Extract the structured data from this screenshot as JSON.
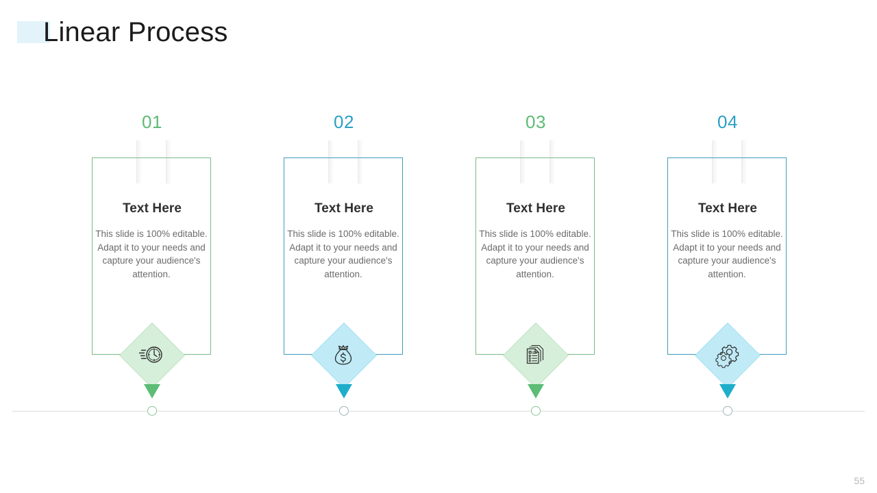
{
  "slide": {
    "title": "Linear Process",
    "page_number": "55",
    "highlight_color": "#e2f4fa",
    "accent_green": "#5fba75",
    "accent_blue": "#2b9fc4",
    "box_green": "#7ab98a",
    "box_blue": "#3e9cba",
    "diamond_green_fill": "#d6efda",
    "diamond_blue_fill": "#bfeaf6",
    "timeline_color": "#dcdcdc"
  },
  "steps": [
    {
      "number": "01",
      "title": "Text Here",
      "body": "This slide is 100% editable. Adapt it to your needs and capture your audience's attention.",
      "icon": "clock-fast-icon",
      "color": "green"
    },
    {
      "number": "02",
      "title": "Text Here",
      "body": "This slide is 100% editable. Adapt it to your needs and capture your audience's attention.",
      "icon": "money-bag-icon",
      "color": "blue"
    },
    {
      "number": "03",
      "title": "Text Here",
      "body": "This slide is 100% editable. Adapt it to your needs and capture your audience's attention.",
      "icon": "document-list-icon",
      "color": "green"
    },
    {
      "number": "04",
      "title": "Text Here",
      "body": "This slide is 100% editable. Adapt it to your needs and capture your audience's attention.",
      "icon": "gears-icon",
      "color": "blue"
    }
  ]
}
